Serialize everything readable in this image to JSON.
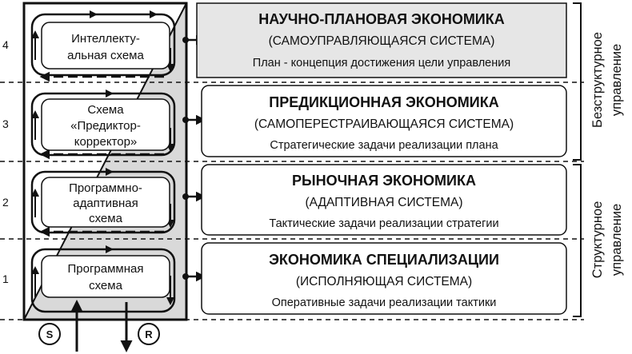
{
  "levels": [
    "4",
    "3",
    "2",
    "1"
  ],
  "schemes": [
    {
      "lines": [
        "Интеллекту-",
        "альная схема"
      ]
    },
    {
      "lines": [
        "Схема",
        "«Предиктор-",
        "корректор»"
      ]
    },
    {
      "lines": [
        "Программно-",
        "адаптивная",
        "схема"
      ]
    },
    {
      "lines": [
        "Программная",
        "схема"
      ]
    }
  ],
  "economies": [
    {
      "title": "НАУЧНО-ПЛАНОВАЯ ЭКОНОМИКА",
      "system": "(САМОУПРАВЛЯЮЩАЯСЯ СИСТЕМА)",
      "task": "План - концепция достижения цели управления"
    },
    {
      "title": "ПРЕДИКЦИОННАЯ ЭКОНОМИКА",
      "system": "(САМОПЕРЕСТРАИВАЮЩАЯСЯ СИСТЕМА)",
      "task": "Стратегические задачи реализации плана"
    },
    {
      "title": "РЫНОЧНАЯ ЭКОНОМИКА",
      "system": "(АДАПТИВНАЯ СИСТЕМА)",
      "task": "Тактические задачи реализации стратегии"
    },
    {
      "title": "ЭКОНОМИКА СПЕЦИАЛИЗАЦИИ",
      "system": "(ИСПОЛНЯЮЩАЯ СИСТЕМА)",
      "task": "Оперативные задачи реализации тактики"
    }
  ],
  "groups": {
    "top": [
      "Безструктурное",
      "управление"
    ],
    "bottom": [
      "Структурное",
      "управление"
    ]
  },
  "inputs": {
    "s": "S",
    "r": "R"
  },
  "colors": {
    "box_fill": "#e6e6e6",
    "stroke": "#111111",
    "shade": "#d9d9d9"
  }
}
